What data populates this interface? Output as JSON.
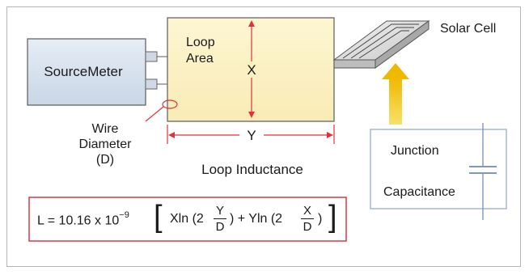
{
  "labels": {
    "sourcemeter": "SourceMeter",
    "loop_area_line1": "Loop",
    "loop_area_line2": "Area",
    "x": "X",
    "y": "Y",
    "solar_cell": "Solar Cell",
    "wire_line1": "Wire",
    "wire_line2": "Diameter",
    "wire_line3": "(D)",
    "loop_inductance": "Loop Inductance",
    "junction": "Junction",
    "capacitance": "Capacitance"
  },
  "formula": {
    "lhs": "L = 10.16 x 10",
    "exponent": "−9",
    "term1_prefix": "Xln (2",
    "frac1_num": "Y",
    "frac1_den": "D",
    "mid": ") + Yln (2",
    "frac2_num": "X",
    "frac2_den": "D",
    "close": ")"
  },
  "colors": {
    "loop_fill": "#fbf2c4",
    "sourcemeter_fill": "#d9e3ef",
    "arrow_red": "#e0323c",
    "arrow_yellow": "#f4c20d",
    "line_blue": "#7f96bf",
    "formula_border": "#d42a3a"
  }
}
